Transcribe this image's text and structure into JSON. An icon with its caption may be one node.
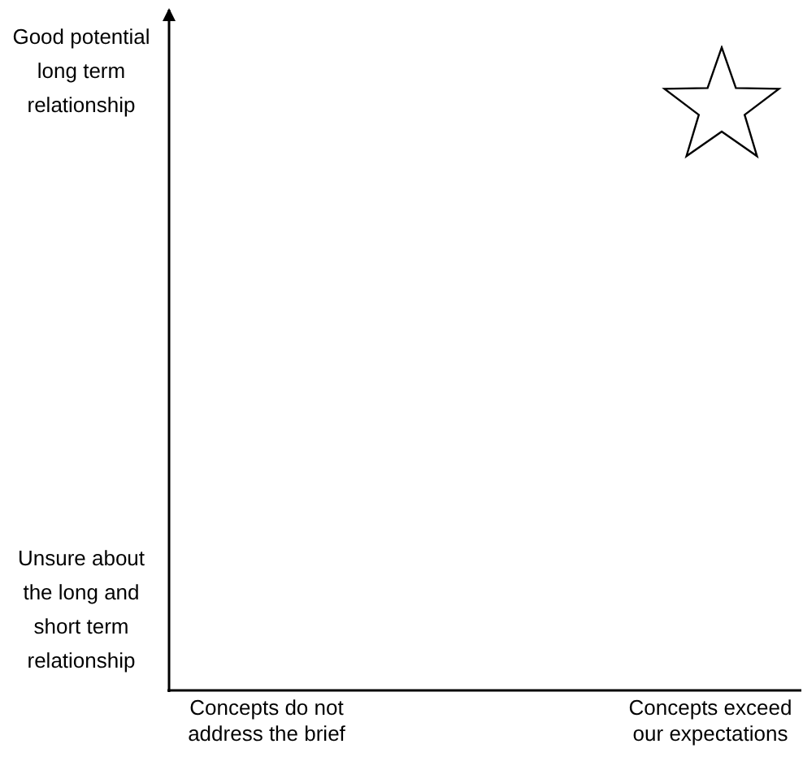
{
  "diagram": {
    "nodes": [
      {
        "text": [],
        "shape": "star"
      }
    ],
    "labels": [
      "Good potential long term relationship",
      "Unsure about the long and short term relationship",
      "Concepts do not address the brief",
      "Concepts exceed our expectations"
    ]
  }
}
